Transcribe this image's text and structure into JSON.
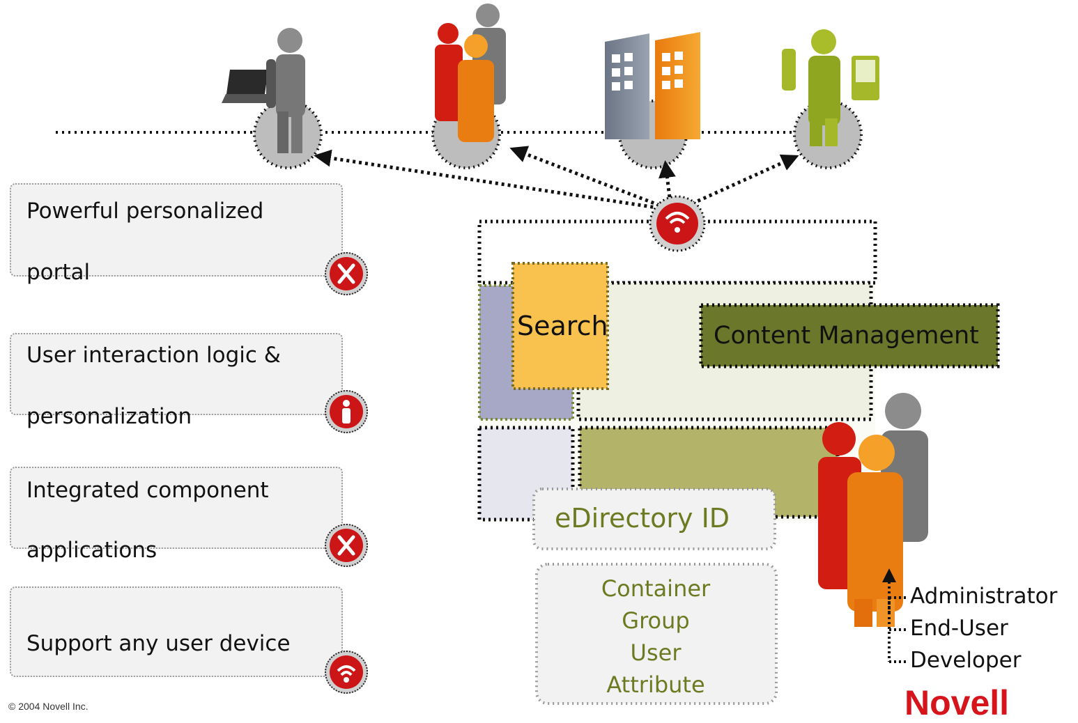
{
  "features": [
    {
      "line1": "Powerful personalized",
      "line2": "portal",
      "icon": "link-icon"
    },
    {
      "line1": "User interaction logic &",
      "line2": "personalization",
      "icon": "person-icon"
    },
    {
      "line1": "Integrated component",
      "line2": "applications",
      "icon": "link-icon"
    },
    {
      "line1": "Support any user device",
      "line2": "",
      "icon": "wireless-icon"
    }
  ],
  "diagram": {
    "search": "Search",
    "content_management": "Content Management",
    "edirectory": "eDirectory ID",
    "directory_objects": [
      "Container",
      "Group",
      "User",
      "Attribute"
    ],
    "roles": [
      "Administrator",
      "End-User",
      "Developer"
    ]
  },
  "brand": {
    "logo": "Novell",
    "footer": "© 2004 Novell Inc."
  },
  "colors": {
    "accent_red": "#cc1517",
    "search_fill": "#f9c24e",
    "content_mgmt_fill": "#6b772a",
    "edirectory_text": "#6d7a22",
    "nav_fill": "#a7a8c5",
    "bottom_panel_fill": "#b4b36a"
  }
}
